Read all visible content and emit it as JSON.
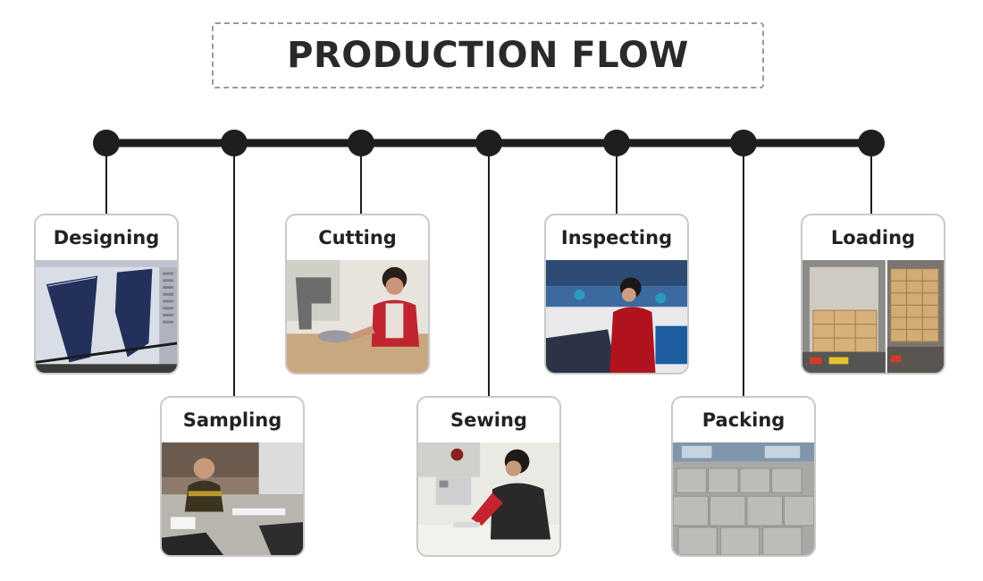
{
  "title": "PRODUCTION FLOW",
  "colors": {
    "line": "#1e1e1e",
    "card_border": "#c9c9c9",
    "title_border": "#9a9a9a"
  },
  "steps": [
    {
      "label": "Designing",
      "icon": "pattern-design-photo"
    },
    {
      "label": "Sampling",
      "icon": "sampling-photo"
    },
    {
      "label": "Cutting",
      "icon": "cutting-photo"
    },
    {
      "label": "Sewing",
      "icon": "sewing-photo"
    },
    {
      "label": "Inspecting",
      "icon": "inspecting-photo"
    },
    {
      "label": "Packing",
      "icon": "packing-photo"
    },
    {
      "label": "Loading",
      "icon": "loading-photo"
    }
  ]
}
